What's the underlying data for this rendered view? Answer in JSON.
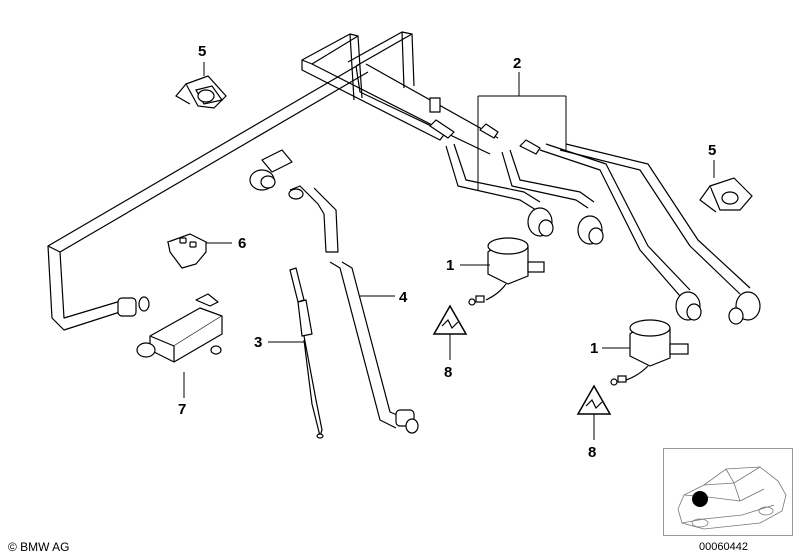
{
  "callouts": {
    "c1a": "1",
    "c1b": "1",
    "c2": "2",
    "c3": "3",
    "c4": "4",
    "c5a": "5",
    "c5b": "5",
    "c6": "6",
    "c7": "7",
    "c8a": "8",
    "c8b": "8"
  },
  "footer": {
    "copyright": "© BMW AG",
    "image_id": "00060442"
  },
  "colors": {
    "line": "#000000",
    "background": "#ffffff",
    "marker": "#000000"
  }
}
